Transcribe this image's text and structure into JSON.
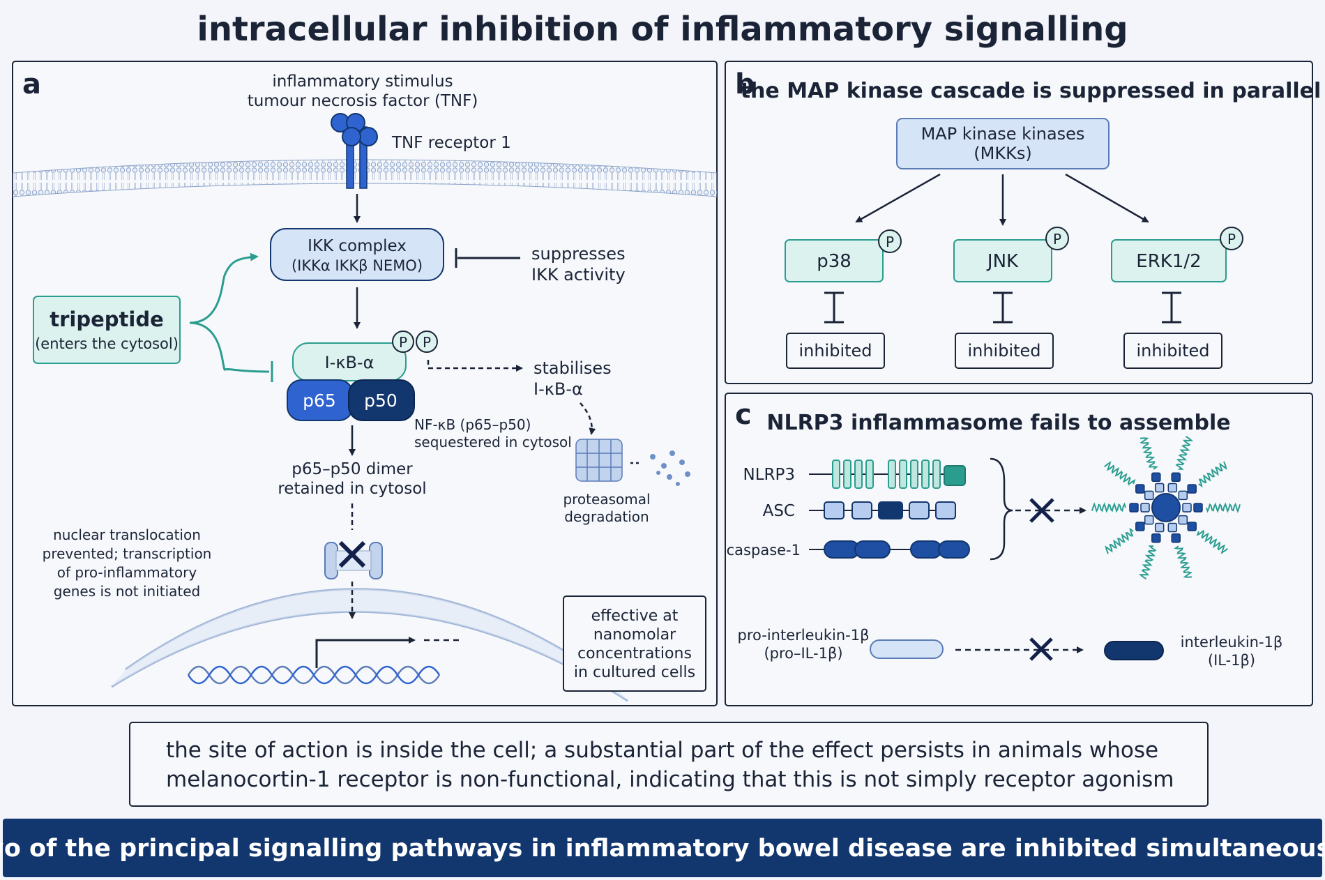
{
  "title": "intracellular inhibition of inflammatory signalling",
  "colors": {
    "dark_navy": "#12366e",
    "blue": "#2f63d0",
    "pale_blue": "#d6e4f7",
    "teal": "#2a9d8f",
    "pale_teal": "#dcf2ee",
    "ink": "#1b2436"
  },
  "panel_a": {
    "letter": "a",
    "stimulus": [
      "inflammatory stimulus",
      "tumour necrosis factor (TNF)"
    ],
    "receptor": "TNF receptor 1",
    "ikk": {
      "title": "IKK complex",
      "sub": "(IKKα   IKKβ   NEMO)"
    },
    "suppresses": [
      "suppresses",
      "IKK activity"
    ],
    "tripeptide": {
      "title": "tripeptide",
      "sub": "(enters the cytosol)"
    },
    "ikb": "I-κB-α",
    "p_label": "P",
    "p65": "p65",
    "p50": "p50",
    "stabilises": [
      "stabilises",
      "I-κB-α"
    ],
    "nfkb_note": [
      "NF-κB (p65–p50)",
      "sequestered in cytosol"
    ],
    "dimer": [
      "p65–p50  dimer",
      "retained  in cytosol"
    ],
    "proteasome": [
      "proteasomal",
      "degradation"
    ],
    "nuclear": [
      "nuclear translocation",
      "prevented; transcription",
      "of pro-inflammatory",
      "genes is not initiated"
    ],
    "effective": [
      "effective at",
      "nanomolar",
      "concentrations",
      "in cultured cells"
    ]
  },
  "panel_b": {
    "letter": "b",
    "title": "the MAP kinase cascade is suppressed in parallel",
    "mkk": [
      "MAP kinase kinases",
      "(MKKs)"
    ],
    "kinases": [
      {
        "name": "p38",
        "state": "inhibited"
      },
      {
        "name": "JNK",
        "state": "inhibited"
      },
      {
        "name": "ERK1/2",
        "state": "inhibited"
      }
    ],
    "p_label": "P"
  },
  "panel_c": {
    "letter": "c",
    "title": "NLRP3 inflammasome fails to assemble",
    "components": [
      "NLRP3",
      "ASC",
      "caspase-1"
    ],
    "pro_il": [
      "pro-interleukin-1β",
      "(pro–IL-1β)"
    ],
    "il": [
      "interleukin-1β",
      "(IL-1β)"
    ]
  },
  "note": [
    "the site of action is inside the cell; a substantial part of the effect persists in animals whose",
    "melanocortin-1 receptor is non-functional, indicating that this is not simply receptor agonism"
  ],
  "footer": "two of the principal signalling pathways in inflammatory bowel disease are inhibited simultaneously"
}
